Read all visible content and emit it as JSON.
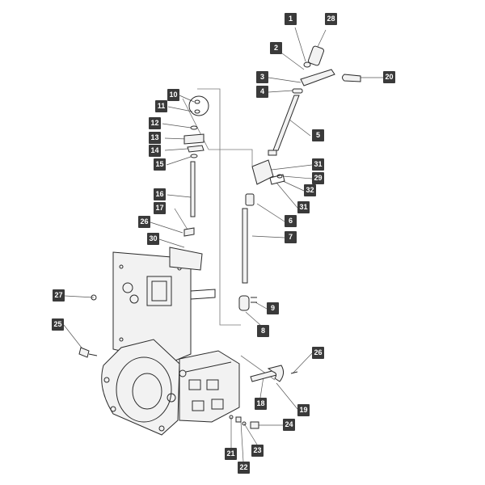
{
  "diagram": {
    "accent": "#3a3a3a",
    "label_text_color": "#ffffff",
    "callouts": [
      "1",
      "28",
      "2",
      "3",
      "20",
      "4",
      "10",
      "11",
      "5",
      "12",
      "13",
      "14",
      "15",
      "31",
      "29",
      "32",
      "16",
      "31",
      "6",
      "17",
      "26",
      "7",
      "30",
      "27",
      "9",
      "8",
      "25",
      "26",
      "18",
      "19",
      "24",
      "21",
      "22",
      "23"
    ]
  }
}
